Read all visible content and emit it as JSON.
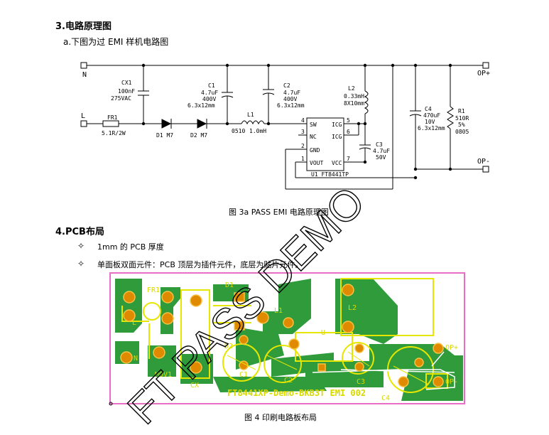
{
  "section3": {
    "title": "3.电路原理图",
    "subtitle": "a.下图为过 EMI 样机电路图"
  },
  "schematic": {
    "caption": "图 3a PASS EMI 电路原理图",
    "terminals": {
      "n": "N",
      "l": "L",
      "op_plus": "OP+",
      "op_minus": "OP-"
    },
    "cx1": {
      "name": "CX1",
      "value": "100nF",
      "rating": "275VAC"
    },
    "fr1": {
      "name": "FR1",
      "value": "5.1R/2W"
    },
    "d1": {
      "name": "D1 M7"
    },
    "d2": {
      "name": "D2 M7"
    },
    "c1": {
      "name": "C1",
      "v1": "4.7uF",
      "v2": "400V",
      "v3": "6.3x12mm"
    },
    "c2": {
      "name": "C2",
      "v1": "4.7uF",
      "v2": "400V",
      "v3": "6.3x12mm"
    },
    "l1": {
      "name": "L1",
      "pkg": "0510",
      "value": "1.0mH"
    },
    "l2": {
      "name": "L2",
      "value": "0.33mH",
      "size": "8X10mm"
    },
    "c3": {
      "name": "C3",
      "v1": "4.7uF",
      "v2": "50V"
    },
    "c4": {
      "name": "C4",
      "v1": "470uF",
      "v2": "10V",
      "v3": "6.3x12mm"
    },
    "r1": {
      "name": "R1",
      "v1": "510R",
      "v2": "5%",
      "v3": "0805"
    },
    "u1": {
      "name": "U1 FT8441TP",
      "pins_left": [
        "SW",
        "NC",
        "GND",
        "VOUT"
      ],
      "pins_left_num": [
        "4",
        "3",
        "2",
        "1"
      ],
      "pins_right": [
        "ICG",
        "ICG",
        "VCC"
      ],
      "pins_right_num": [
        "5",
        "6",
        "7"
      ]
    }
  },
  "section4": {
    "title": "4.PCB布局",
    "bullet_symbol": "✧",
    "bullets": [
      "1mm 的 PCB 厚度",
      "单面板双面元件：PCB 顶层为插件元件，底层为贴片元件。"
    ]
  },
  "pcb": {
    "caption": "图 4 印刷电路板布局",
    "silk": {
      "fr1": "FR1",
      "l": "L",
      "n": "N",
      "mov1": "MOV1",
      "d1": "D1",
      "d2": "D2",
      "l1": "L1",
      "u": "U",
      "c1": "C1",
      "c2": "C2",
      "c3": "C3",
      "c4": "C4",
      "l2": "L2",
      "op_plus": "OP+",
      "op_minus": "OP-",
      "cx": "CX",
      "board_text": "FT8441XP-Demo-BKB3T EMI 002"
    }
  },
  "watermark": "FT PASS DEMO",
  "colors": {
    "copper": "#2f9b3b",
    "silk": "#e6e600",
    "pad": "#e08a00",
    "outline": "#e86ec4"
  }
}
